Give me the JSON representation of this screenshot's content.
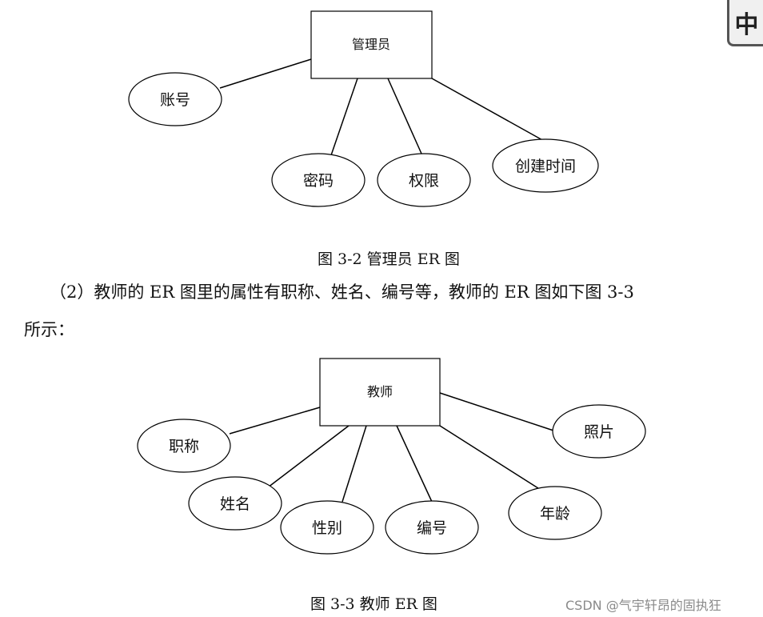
{
  "diagrams": [
    {
      "entity": "管理员",
      "attributes": [
        "账号",
        "密码",
        "权限",
        "创建时间"
      ],
      "caption": "图 3-2 管理员 ER 图"
    },
    {
      "entity": "教师",
      "attributes": [
        "职称",
        "姓名",
        "性别",
        "编号",
        "年龄",
        "照片"
      ],
      "caption": "图 3-3 教师 ER 图"
    }
  ],
  "paragraph": {
    "line1": "（2）教师的 ER 图里的属性有职称、姓名、编号等，教师的 ER 图如下图 3-3",
    "line2": "所示："
  },
  "ime_badge": "中",
  "watermark": "CSDN @气宇轩昂的固执狂"
}
